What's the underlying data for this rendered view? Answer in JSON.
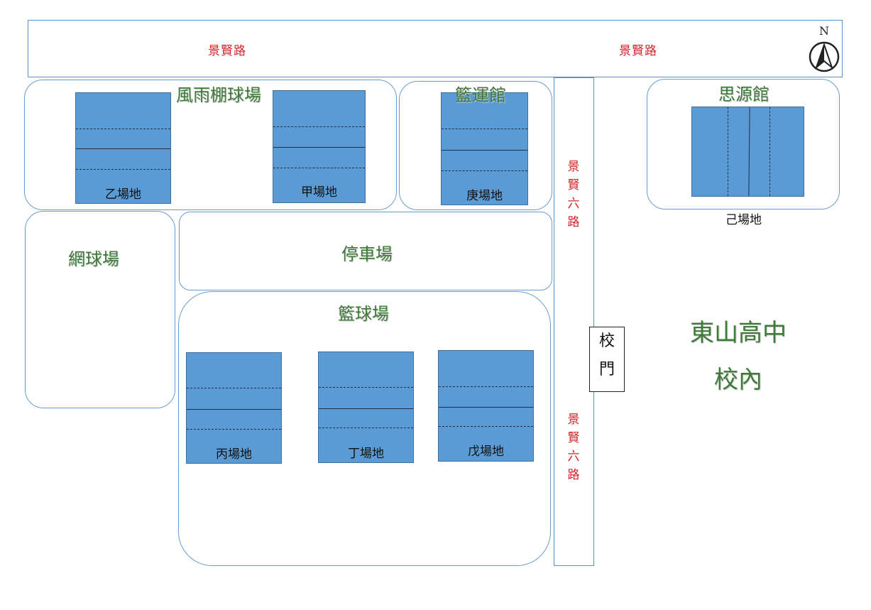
{
  "roads": {
    "north_left": "景賢路",
    "north_right": "景賢路",
    "east_upper": [
      "景",
      "賢",
      "六",
      "路"
    ],
    "east_lower": [
      "景",
      "賢",
      "六",
      "路"
    ]
  },
  "compass": {
    "north_label": "N"
  },
  "zones": {
    "rain_shelter": "風雨棚球場",
    "basketball_hall": "籃運館",
    "siyuan_hall": "思源館",
    "tennis": "網球場",
    "parking": "停車場",
    "basketball": "籃球場"
  },
  "courts": {
    "yi": "乙場地",
    "jia": "甲場地",
    "geng": "庚場地",
    "ji": "己場地",
    "bing": "丙場地",
    "ding": "丁場地",
    "wu": "戊場地"
  },
  "gate": [
    "校",
    "門"
  ],
  "school": [
    "東山高中",
    "校內"
  ],
  "colors": {
    "court_fill": "#5b9bd5",
    "road_label": "#d3232a",
    "zone_title": "#3f7a3a",
    "outline": "#6a9ccd"
  }
}
